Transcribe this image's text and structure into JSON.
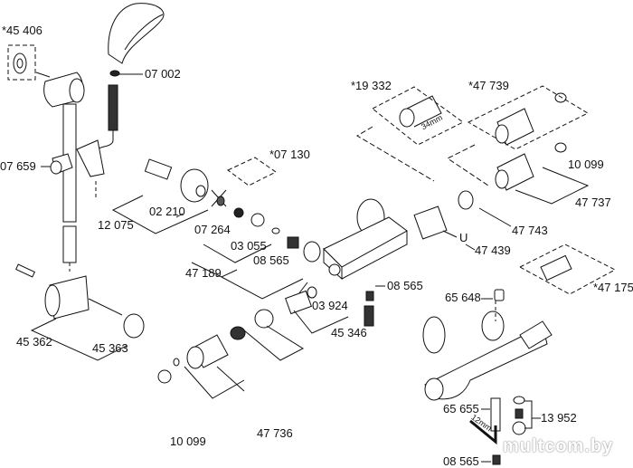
{
  "labels": {
    "p45406": "*45 406",
    "p07002": "07 002",
    "p07659": "07 659",
    "p07130": "*07 130",
    "p12075": "12 075",
    "p02210": "02 210",
    "p07264": "07 264",
    "p03055": "03 055",
    "p08565a": "08 565",
    "p47189": "47 189",
    "p19332": "*19 332",
    "p47739": "*47 739",
    "p10099a": "10 099",
    "p47737": "47 737",
    "p47743": "47 743",
    "u": "U",
    "p47439": "47 439",
    "p08565b": "08 565",
    "p65648": "65 648",
    "p47175": "*47 175",
    "p03924": "03 924",
    "p45346": "45 346",
    "p45362": "45 362",
    "p45363": "45 363",
    "p47736": "47 736",
    "p10099b": "10 099",
    "p65655": "65 655",
    "p13952": "13 952",
    "p08565c": "08 565",
    "dim34": "34mm",
    "dim12": "12mm"
  },
  "watermark": "multcom.by",
  "colors": {
    "line": "#111111",
    "background": "#ffffff"
  }
}
